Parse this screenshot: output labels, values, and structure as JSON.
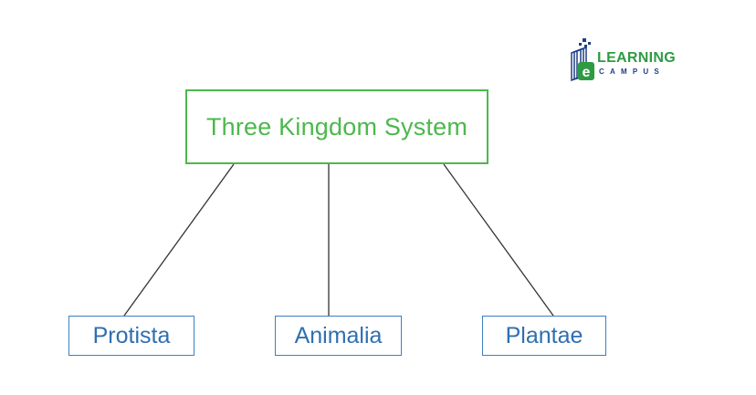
{
  "diagram": {
    "root": {
      "label": "Three Kingdom System"
    },
    "children": [
      {
        "label": "Protista"
      },
      {
        "label": "Animalia"
      },
      {
        "label": "Plantae"
      }
    ]
  },
  "logo": {
    "word1": "LEARNING",
    "word2": "CAMPUS",
    "letter": "e"
  },
  "colors": {
    "root_accent": "#4cb84c",
    "child_accent": "#3b7fc4",
    "connector": "#333333",
    "logo_green": "#2e9b43",
    "logo_navy": "#1e3f86"
  }
}
